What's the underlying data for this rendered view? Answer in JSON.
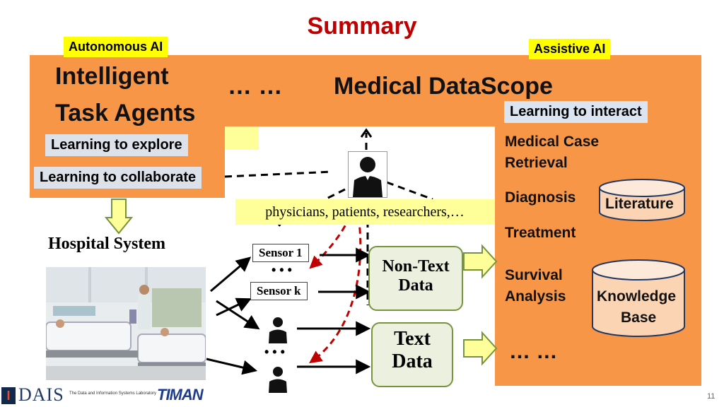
{
  "title": "Summary",
  "labels": {
    "autonomous": "Autonomous AI",
    "assistive": "Assistive AI"
  },
  "left_panel": {
    "heading_line1": "Intelligent",
    "heading_line2": "Task Agents",
    "explore": "Learning to explore",
    "collaborate": "Learning to collaborate"
  },
  "ellipsis_top": "… …",
  "center_heading": "Medical DataScope",
  "right_panel": {
    "interact": "Learning to interact",
    "items": [
      "Medical Case",
      "Retrieval",
      "Diagnosis",
      "Treatment",
      "Survival",
      "Analysis"
    ],
    "ellipsis": "… …",
    "literature": "Literature",
    "kb_line1": "Knowledge",
    "kb_line2": "Base"
  },
  "users_caption": "physicians, patients, researchers,…",
  "hospital": "Hospital System",
  "sensors": [
    "Sensor 1",
    "Sensor k"
  ],
  "dots": "• • •",
  "non_text_line1": "Non-Text",
  "non_text_line2": "Data",
  "text_line1": "Text",
  "text_line2": "Data",
  "footer": {
    "dais_logo": "DAIS",
    "dais_sub": "The Data and Information Systems Laboratory",
    "timan_logo": "TIMAN",
    "page_number": "11"
  },
  "colors": {
    "title": "#c00000",
    "orange_panel": "#f79646",
    "yellow_label": "#ffff00",
    "arrow_fill": "#ffff99",
    "arrow_stroke": "#77933c",
    "dashed_red": "#c00000"
  }
}
